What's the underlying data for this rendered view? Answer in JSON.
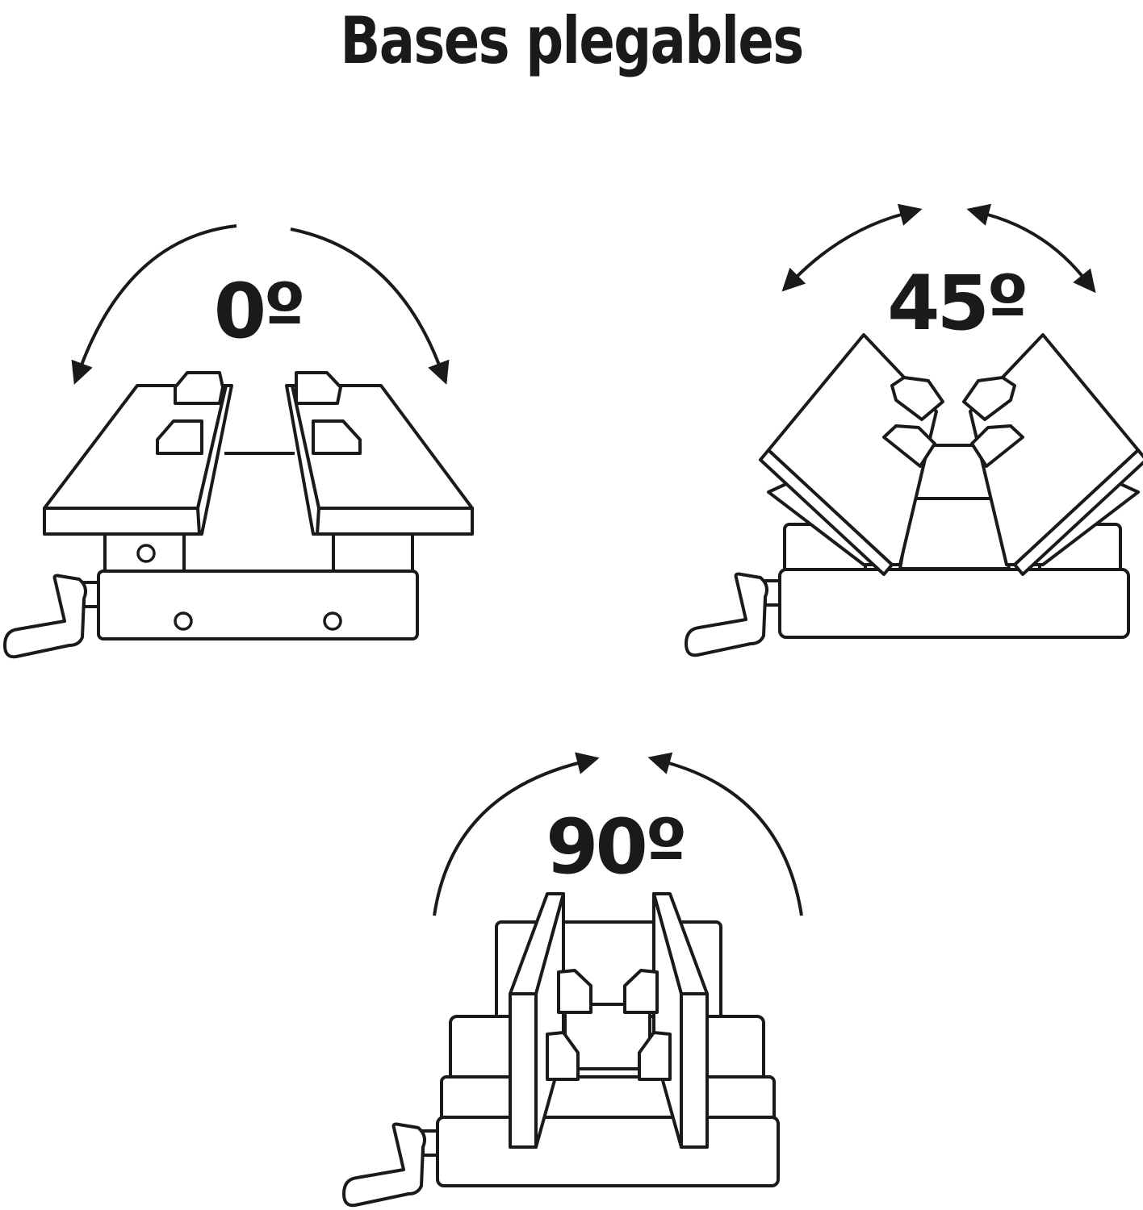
{
  "title": "Bases plegables",
  "positions": [
    {
      "angle_label": "0º"
    },
    {
      "angle_label": "45º"
    },
    {
      "angle_label": "90º"
    }
  ],
  "colors": {
    "ink": "#1a1a1a",
    "background": "#ffffff"
  }
}
